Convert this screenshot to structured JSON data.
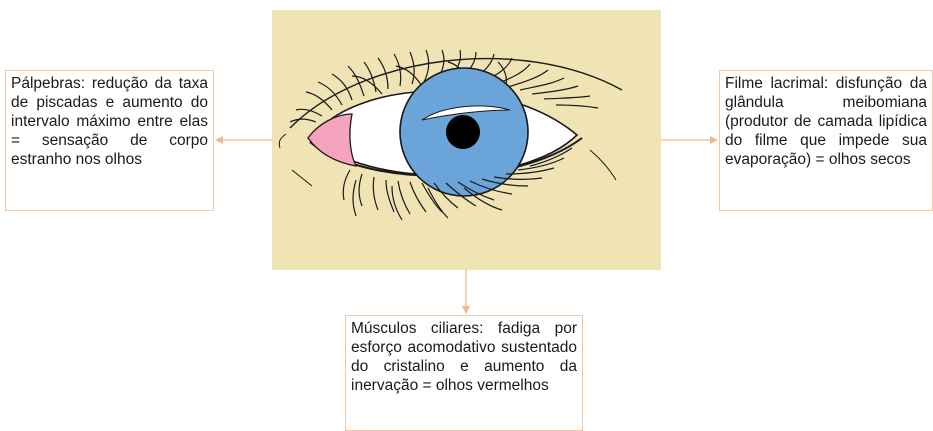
{
  "annotations": {
    "left": "Pálpebras: redução da taxa de piscadas e aumento do intervalo máximo entre elas = sensação de corpo estranho nos olhos",
    "right": "Filme lacrimal: disfunção da glândula meibomiana (produtor de camada lipídica do filme que impede sua evaporação) = olhos secos",
    "bottom": "Músculos ciliares: fadiga por esforço acomodativo sustentado do cristalino e aumento da inervação = olhos vermelhos"
  },
  "colors": {
    "panel_background": "#f0e4b5",
    "iris": "#6aa4d8",
    "pupil": "#000000",
    "caruncle": "#f5a3bf",
    "box_border": "#f3c9a7",
    "connector": "#f0b98f"
  },
  "icons": [
    "eye-illustration"
  ]
}
